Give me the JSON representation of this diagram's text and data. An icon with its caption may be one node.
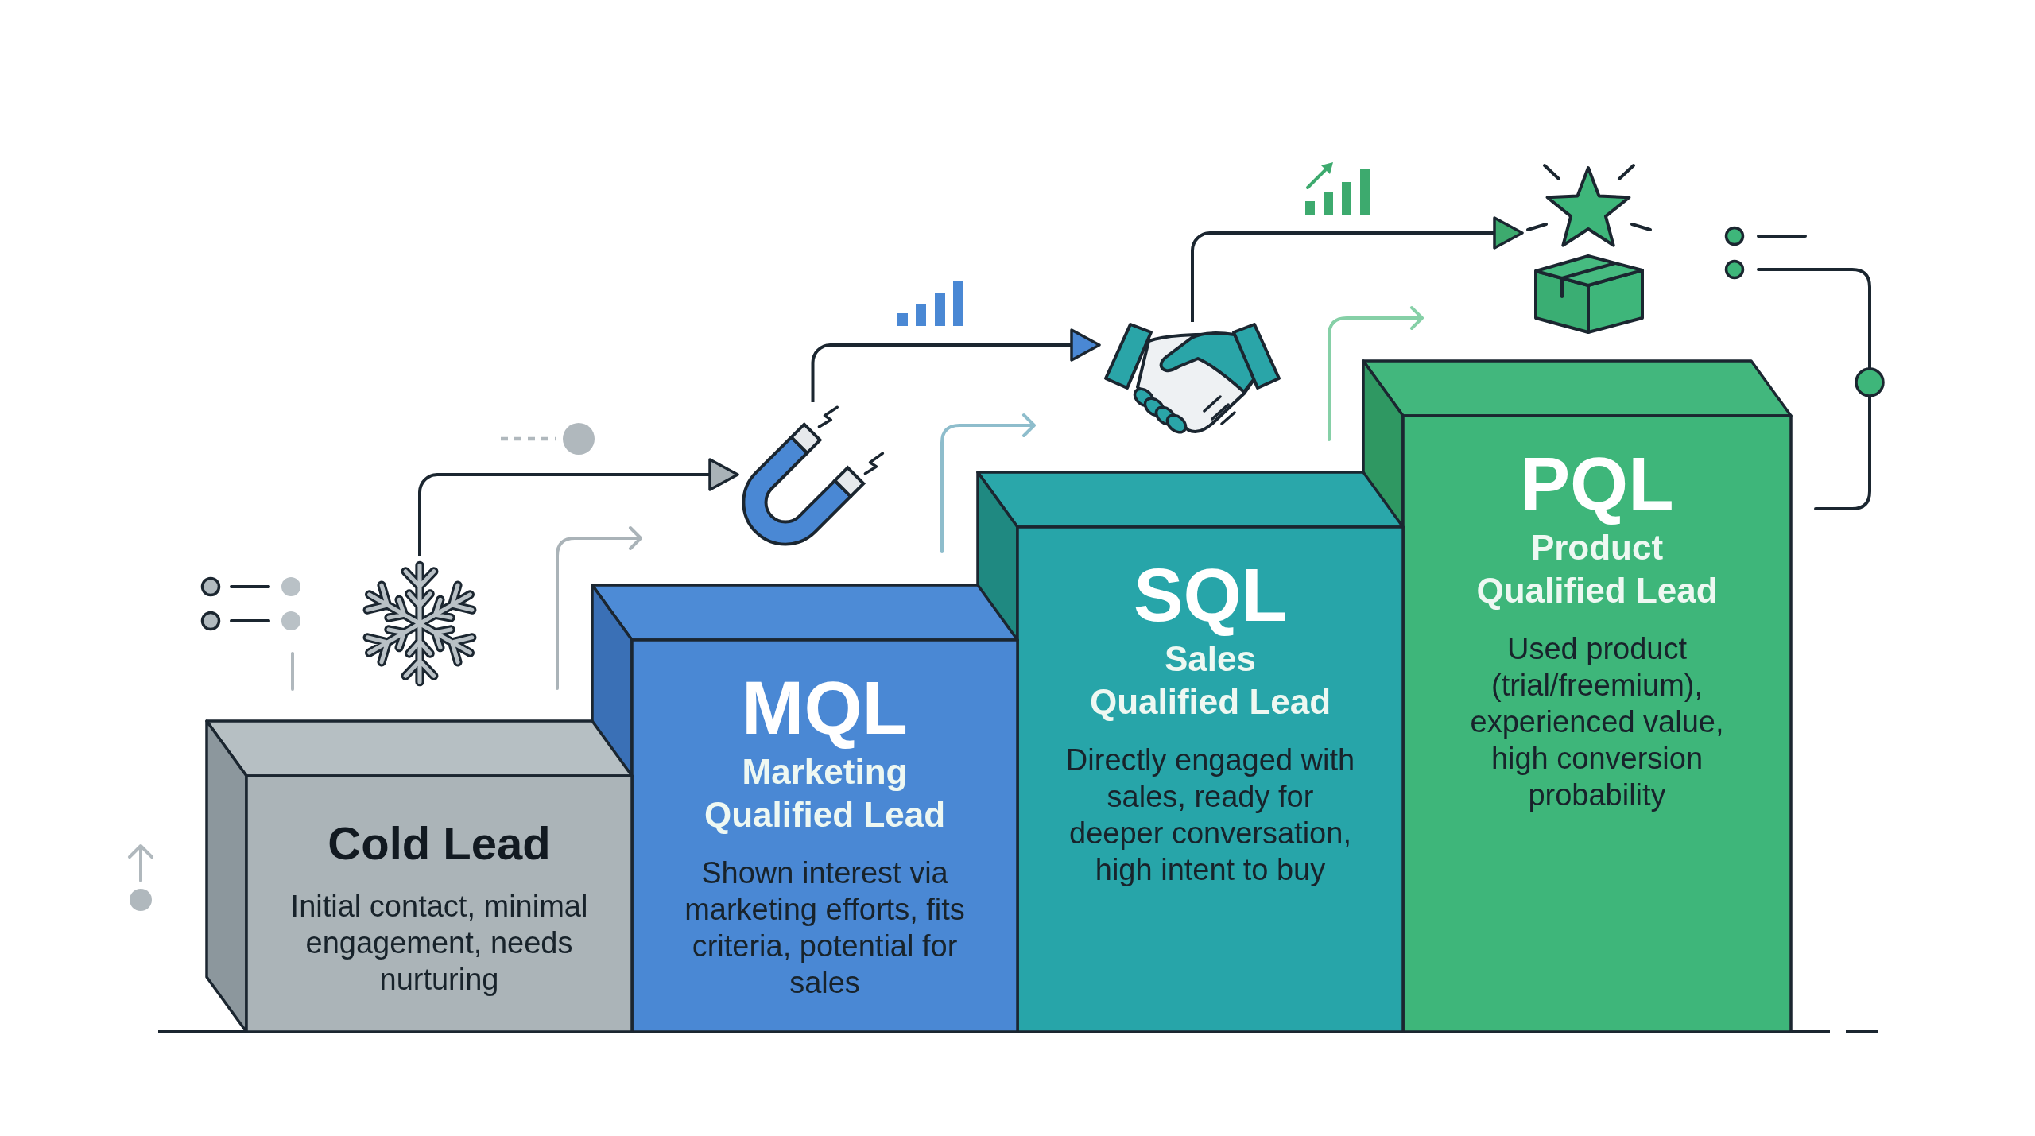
{
  "diagram": {
    "nodes": [
      {
        "text": [
          "Cold Lead",
          "Initial contact, minimal engagement, needs nurturing"
        ]
      },
      {
        "text": [
          "MQL",
          "Marketing Qualified Lead",
          "Shown interest via marketing efforts, fits criteria, potential for sales"
        ]
      },
      {
        "text": [
          "SQL",
          "Sales Qualified Lead",
          "Directly engaged with sales, ready for deeper conversation, high intent to buy"
        ]
      },
      {
        "text": [
          "PQL",
          "Product Qualified Lead",
          "Used product (trial/freemium), experienced value, high conversion probability"
        ]
      },
      {
        "text": [],
        "shape": "picture"
      },
      {
        "text": [],
        "shape": "picture"
      },
      {
        "text": [],
        "shape": "picture"
      },
      {
        "text": [],
        "shape": "picture"
      }
    ],
    "edges": [
      {
        "from": 4,
        "to": 5,
        "arrow": "to"
      },
      {
        "from": 5,
        "to": 6,
        "arrow": "to"
      },
      {
        "from": 6,
        "to": 7,
        "arrow": "to"
      }
    ]
  }
}
